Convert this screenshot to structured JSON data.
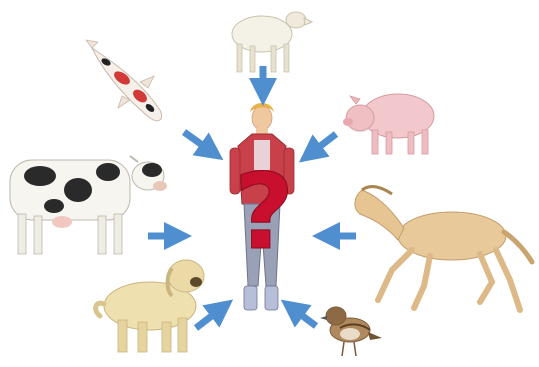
{
  "figure": {
    "center": {
      "subject": "woman",
      "overlay_symbol": "?",
      "overlay_color": "#c8102e"
    },
    "animals": [
      {
        "name": "sheep",
        "icon": "sheep-icon"
      },
      {
        "name": "koi-fish",
        "icon": "fish-icon"
      },
      {
        "name": "pig",
        "icon": "pig-icon"
      },
      {
        "name": "cow",
        "icon": "cow-icon"
      },
      {
        "name": "horse",
        "icon": "horse-icon"
      },
      {
        "name": "dog",
        "icon": "dog-icon"
      },
      {
        "name": "sparrow",
        "icon": "bird-icon"
      }
    ],
    "arrow_color": "#4f8fcf"
  }
}
